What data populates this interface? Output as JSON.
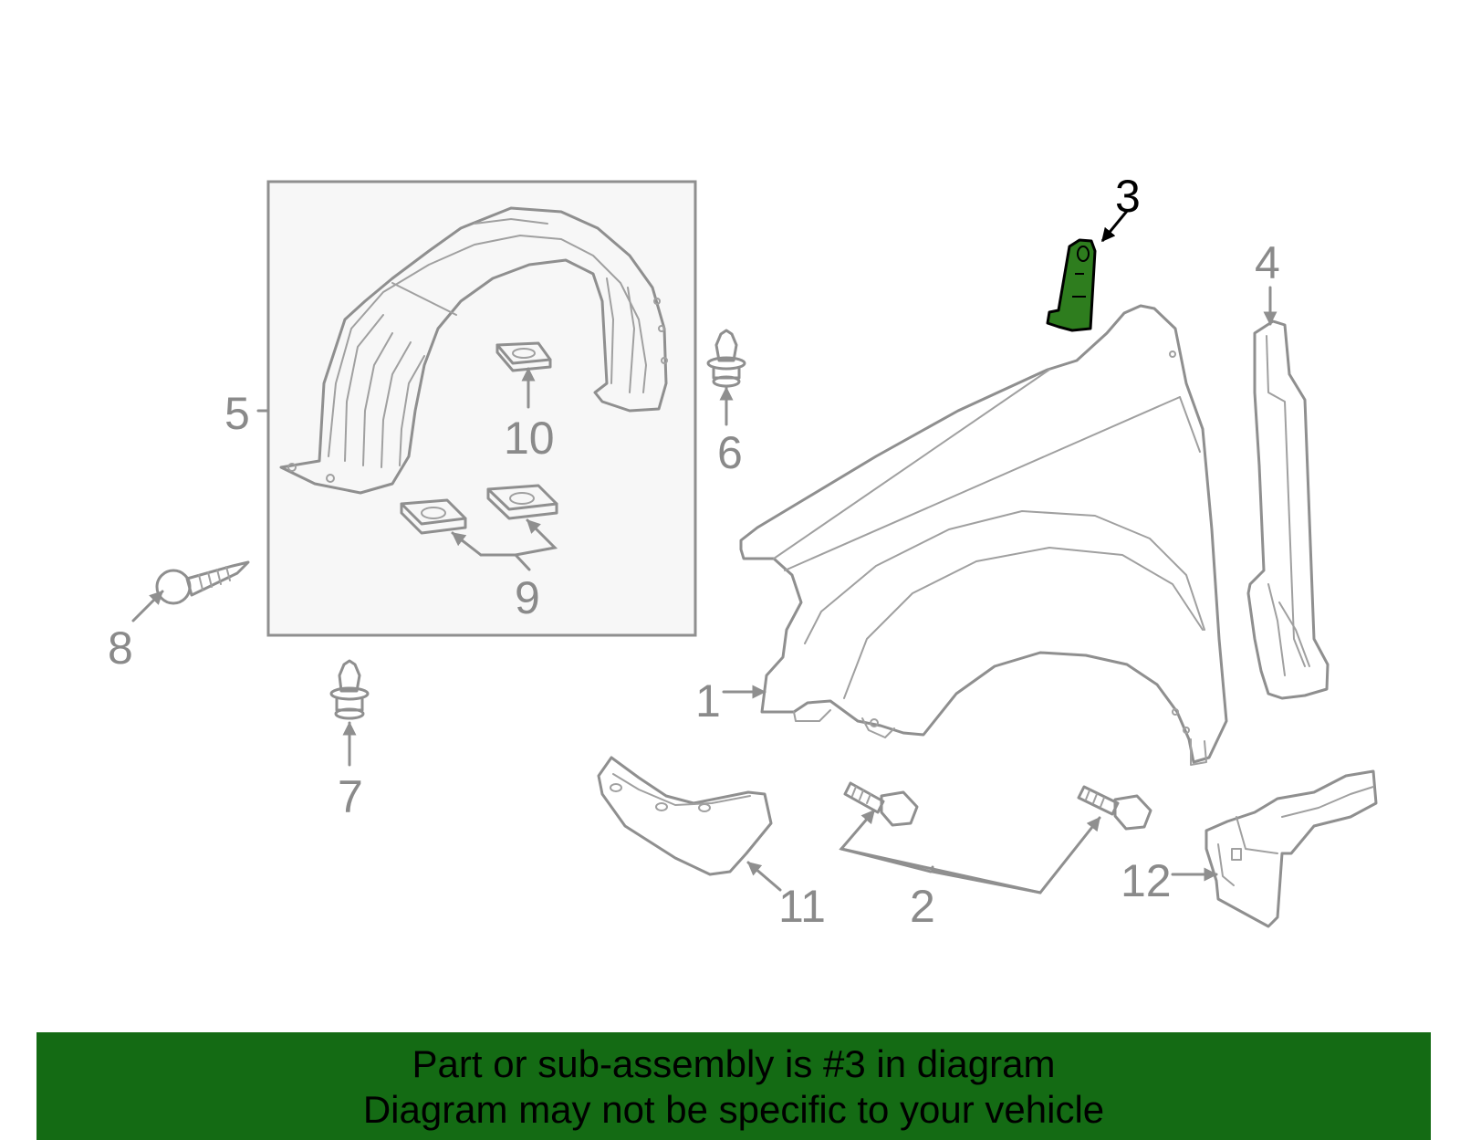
{
  "callouts": {
    "c1": "1",
    "c2": "2",
    "c3": "3",
    "c4": "4",
    "c5": "5",
    "c6": "6",
    "c7": "7",
    "c8": "8",
    "c9": "9",
    "c10": "10",
    "c11": "11",
    "c12": "12"
  },
  "highlighted_part": "3",
  "colors": {
    "highlight_fill": "#2e7d1e",
    "banner_bg": "#146b14",
    "line_gray": "#8f8f8f",
    "inset_bg": "#f7f7f7"
  },
  "banner": {
    "line1": "Part or sub-assembly is #3 in diagram",
    "line2": "Diagram may not be specific to your vehicle"
  }
}
